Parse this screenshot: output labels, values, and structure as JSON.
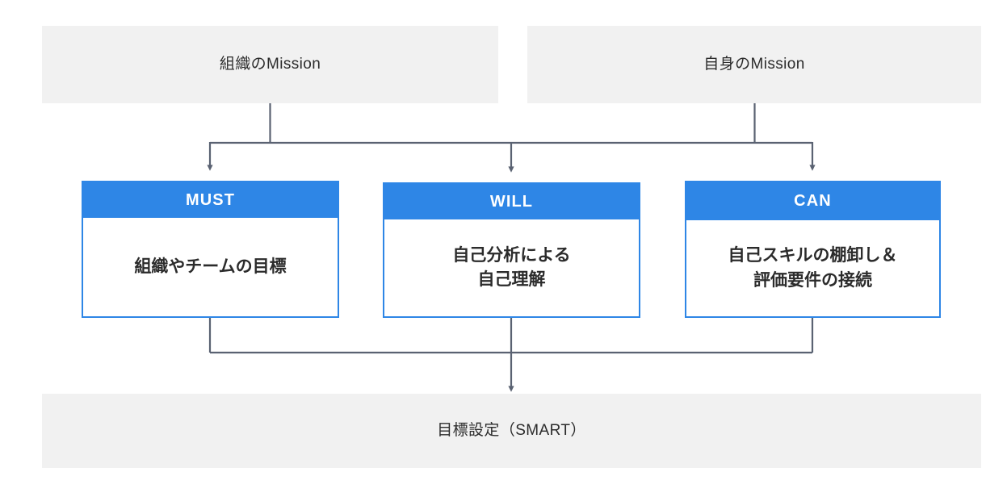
{
  "diagram": {
    "title_hidden": "",
    "colors": {
      "band_bg": "#f1f1f1",
      "accent_blue": "#2e86e6",
      "connector": "#5a6272",
      "text": "#2b2b2b",
      "card_bg": "#ffffff"
    },
    "inputs": [
      {
        "id": "mission-org",
        "label": "組織のMission"
      },
      {
        "id": "mission-self",
        "label": "自身のMission"
      }
    ],
    "cards": [
      {
        "id": "must",
        "header": "MUST",
        "body": "組織やチームの目標"
      },
      {
        "id": "will",
        "header": "WILL",
        "body": "自己分析による\n自己理解"
      },
      {
        "id": "can",
        "header": "CAN",
        "body": "自己スキルの棚卸し＆\n評価要件の接続"
      }
    ],
    "output": {
      "id": "goal-setting",
      "label": "目標設定（SMART）"
    },
    "connectors": [
      {
        "from": "mission-org",
        "to": "must",
        "style": "elbow-arrow"
      },
      {
        "from": "mission-org",
        "to": "will",
        "style": "straight-arrow"
      },
      {
        "from": "mission-org",
        "to": "can",
        "style": "elbow-arrow"
      },
      {
        "from": "mission-self",
        "to": "must",
        "style": "elbow-arrow"
      },
      {
        "from": "mission-self",
        "to": "will",
        "style": "elbow-arrow"
      },
      {
        "from": "mission-self",
        "to": "can",
        "style": "elbow-arrow"
      },
      {
        "from": "must",
        "to": "goal-setting",
        "style": "bus-arrow"
      },
      {
        "from": "will",
        "to": "goal-setting",
        "style": "bus-arrow"
      },
      {
        "from": "can",
        "to": "goal-setting",
        "style": "bus-arrow"
      }
    ]
  }
}
